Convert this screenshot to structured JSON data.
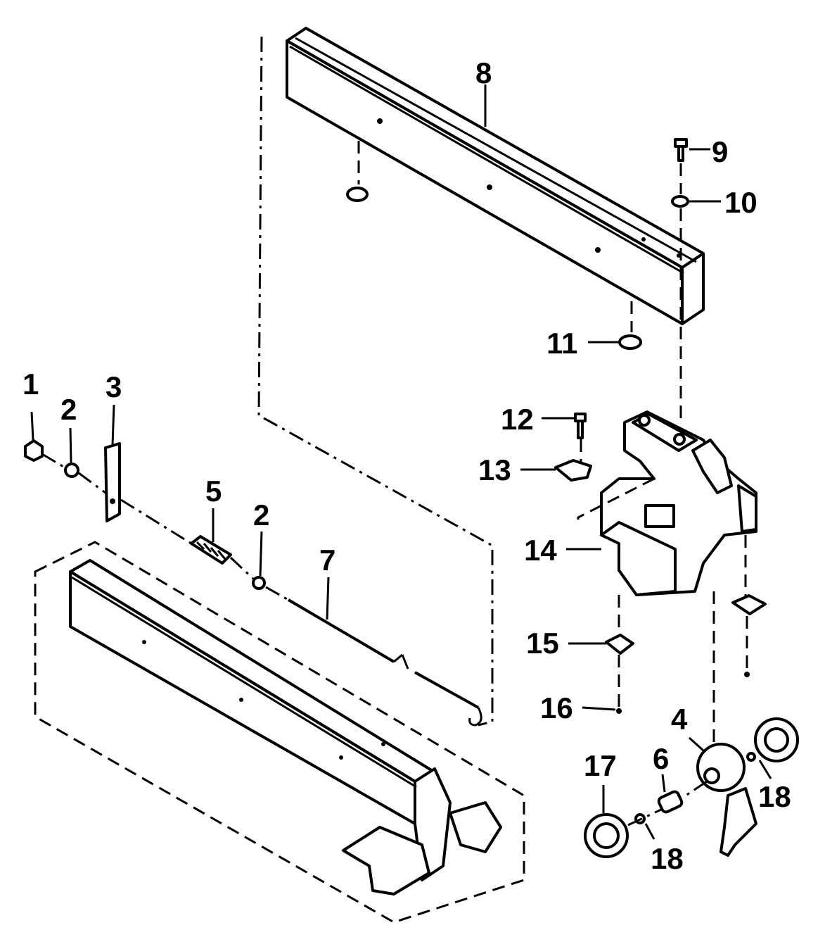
{
  "diagram": {
    "colors": {
      "ink": "#000000",
      "paper": "#ffffff"
    },
    "callouts": [
      {
        "id": "1",
        "text": "1"
      },
      {
        "id": "2a",
        "text": "2"
      },
      {
        "id": "3",
        "text": "3"
      },
      {
        "id": "5",
        "text": "5"
      },
      {
        "id": "2b",
        "text": "2"
      },
      {
        "id": "7",
        "text": "7"
      },
      {
        "id": "8",
        "text": "8"
      },
      {
        "id": "9",
        "text": "9"
      },
      {
        "id": "10",
        "text": "10"
      },
      {
        "id": "11",
        "text": "11"
      },
      {
        "id": "12",
        "text": "12"
      },
      {
        "id": "13",
        "text": "13"
      },
      {
        "id": "14",
        "text": "14"
      },
      {
        "id": "15",
        "text": "15"
      },
      {
        "id": "16",
        "text": "16"
      },
      {
        "id": "4",
        "text": "4"
      },
      {
        "id": "17",
        "text": "17"
      },
      {
        "id": "6",
        "text": "6"
      },
      {
        "id": "18a",
        "text": "18"
      },
      {
        "id": "18b",
        "text": "18"
      }
    ]
  }
}
